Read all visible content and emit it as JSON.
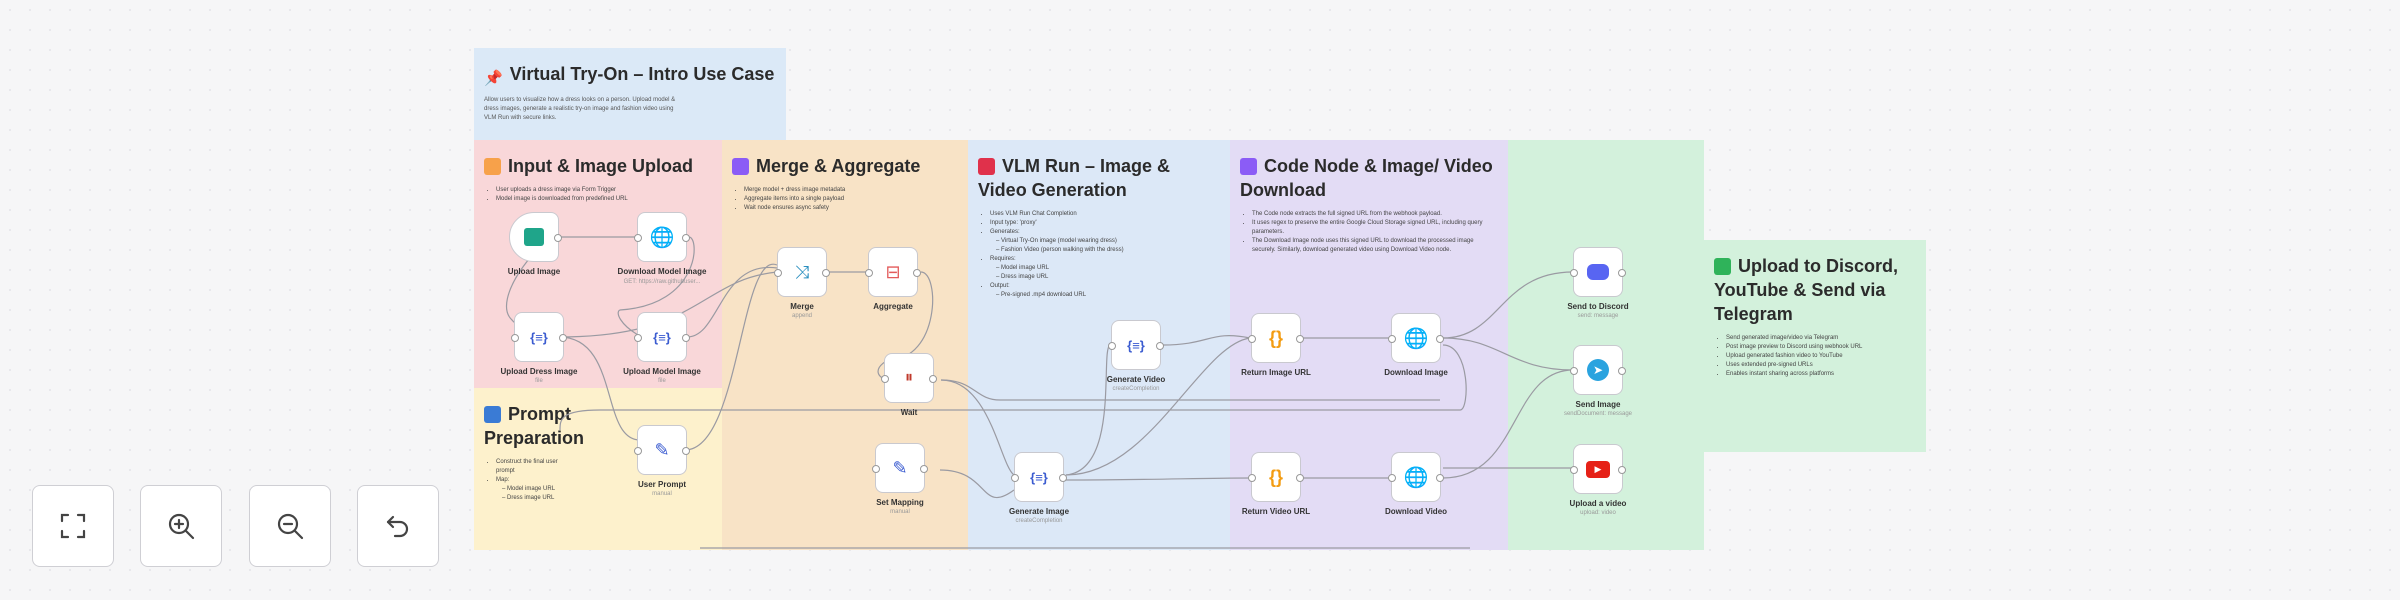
{
  "stickies": {
    "intro": {
      "title": "Virtual Try-On – Intro Use Case",
      "desc": "Allow users to visualize how a dress looks on a person. Upload model & dress images, generate a realistic try-on image and fashion video using VLM Run with secure links."
    },
    "input": {
      "title": "Input & Image Upload",
      "bullets": [
        "User uploads a dress image via Form Trigger",
        "Model image is downloaded from predefined URL"
      ]
    },
    "merge": {
      "title": "Merge & Aggregate",
      "bullets": [
        "Merge model + dress image metadata",
        "Aggregate items into a single payload",
        "Wait node ensures async safety"
      ]
    },
    "vlm": {
      "title": "VLM Run – Image & Video Generation",
      "bullets": [
        "Uses VLM Run Chat Completion",
        "Input type: 'proxy'",
        "Generates:",
        "– Virtual Try-On image (model wearing dress)",
        "– Fashion Video (person walking with the dress)",
        "Requires:",
        "– Model image URL",
        "– Dress image URL",
        "Output:",
        "– Pre-signed .mp4 download URL"
      ]
    },
    "code": {
      "title": "Code Node & Image/ Video Download",
      "bullets": [
        "The Code node extracts the full signed URL from the webhook payload.",
        "It uses regex to preserve the entire Google Cloud Storage signed URL, including query parameters.",
        "The Download Image node uses this signed URL to download the processed image securely. Similarly, download generated video using Download Video node."
      ]
    },
    "prompt": {
      "title": "Prompt Preparation",
      "bullets": [
        "Construct the final user prompt",
        "Map:",
        "– Model image URL",
        "– Dress image URL"
      ]
    },
    "upload": {
      "title": "Upload to Discord, YouTube & Send via Telegram",
      "bullets": [
        "Send generated image/video via Telegram",
        "Post image preview to Discord using webhook URL",
        "Upload generated fashion video to YouTube",
        "Uses extended pre-signed URLs",
        "Enables instant sharing across platforms"
      ]
    }
  },
  "nodes": [
    {
      "id": "upload-image",
      "label": "Upload Image",
      "sub": ""
    },
    {
      "id": "download-model-image",
      "label": "Download Model Image",
      "sub": "GET: https://raw.githubuser..."
    },
    {
      "id": "upload-dress-image",
      "label": "Upload Dress Image",
      "sub": "file"
    },
    {
      "id": "upload-model-image",
      "label": "Upload Model Image",
      "sub": "file"
    },
    {
      "id": "merge",
      "label": "Merge",
      "sub": "append"
    },
    {
      "id": "aggregate",
      "label": "Aggregate",
      "sub": ""
    },
    {
      "id": "wait",
      "label": "Wait",
      "sub": ""
    },
    {
      "id": "user-prompt",
      "label": "User Prompt",
      "sub": "manual"
    },
    {
      "id": "set-mapping",
      "label": "Set Mapping",
      "sub": "manual"
    },
    {
      "id": "generate-video",
      "label": "Generate Video",
      "sub": "createCompletion"
    },
    {
      "id": "generate-image",
      "label": "Generate Image",
      "sub": "createCompletion"
    },
    {
      "id": "return-image-url",
      "label": "Return Image URL",
      "sub": ""
    },
    {
      "id": "return-video-url",
      "label": "Return Video URL",
      "sub": ""
    },
    {
      "id": "download-image",
      "label": "Download Image",
      "sub": ""
    },
    {
      "id": "download-video",
      "label": "Download Video",
      "sub": ""
    },
    {
      "id": "send-to-discord",
      "label": "Send to Discord",
      "sub": "send: message"
    },
    {
      "id": "send-image",
      "label": "Send Image",
      "sub": "sendDocument: message"
    },
    {
      "id": "upload-a-video",
      "label": "Upload a video",
      "sub": "upload: video"
    }
  ],
  "controls": [
    {
      "id": "zoom-to-fit",
      "icon": "fit-view-icon"
    },
    {
      "id": "zoom-in",
      "icon": "zoom-in-icon"
    },
    {
      "id": "zoom-out",
      "icon": "zoom-out-icon"
    },
    {
      "id": "reset",
      "icon": "undo-icon"
    }
  ],
  "colors": {
    "intro": "#dbe9f7",
    "input": "#f9d7d9",
    "merge": "#f8e3c6",
    "vlm": "#dce8f7",
    "code": "#e3dcf5",
    "prompt": "#fdf1cc",
    "upload": "#d3f1dc"
  }
}
